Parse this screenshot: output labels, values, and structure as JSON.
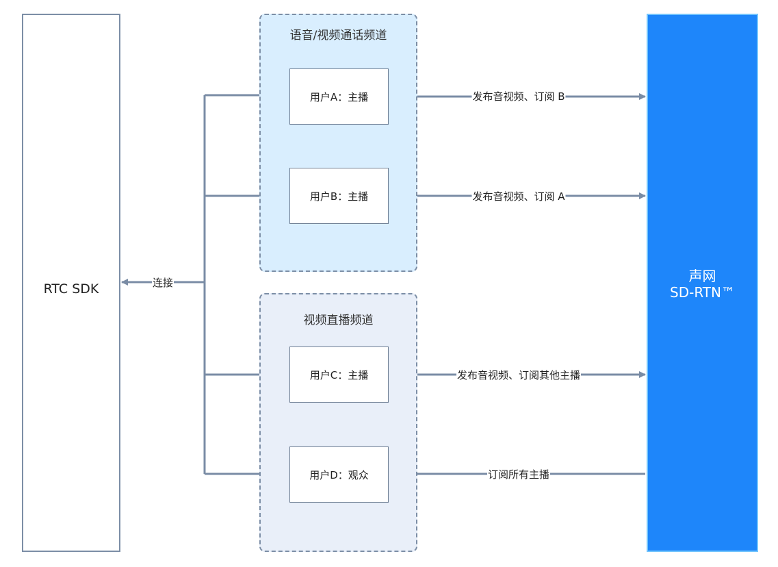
{
  "sdk": {
    "label": "RTC SDK"
  },
  "connect_label": "连接",
  "channels": {
    "voice_video": {
      "title": "语音/视频通话频道",
      "users": [
        {
          "label": "用户A：主播",
          "edge": "发布音视频、订阅 B"
        },
        {
          "label": "用户B：主播",
          "edge": "发布音视频、订阅 A"
        }
      ]
    },
    "live": {
      "title": "视频直播频道",
      "users": [
        {
          "label": "用户C：主播",
          "edge": "发布音视频、订阅其他主播"
        },
        {
          "label": "用户D：观众",
          "edge": "订阅所有主播"
        }
      ]
    }
  },
  "network": {
    "line1": "声网",
    "line2": "SD-RTN™"
  },
  "colors": {
    "line": "#7a8ca5",
    "network": "#1e86fa",
    "voice_zone": "#d9eefe",
    "live_zone": "#e9eff9"
  }
}
